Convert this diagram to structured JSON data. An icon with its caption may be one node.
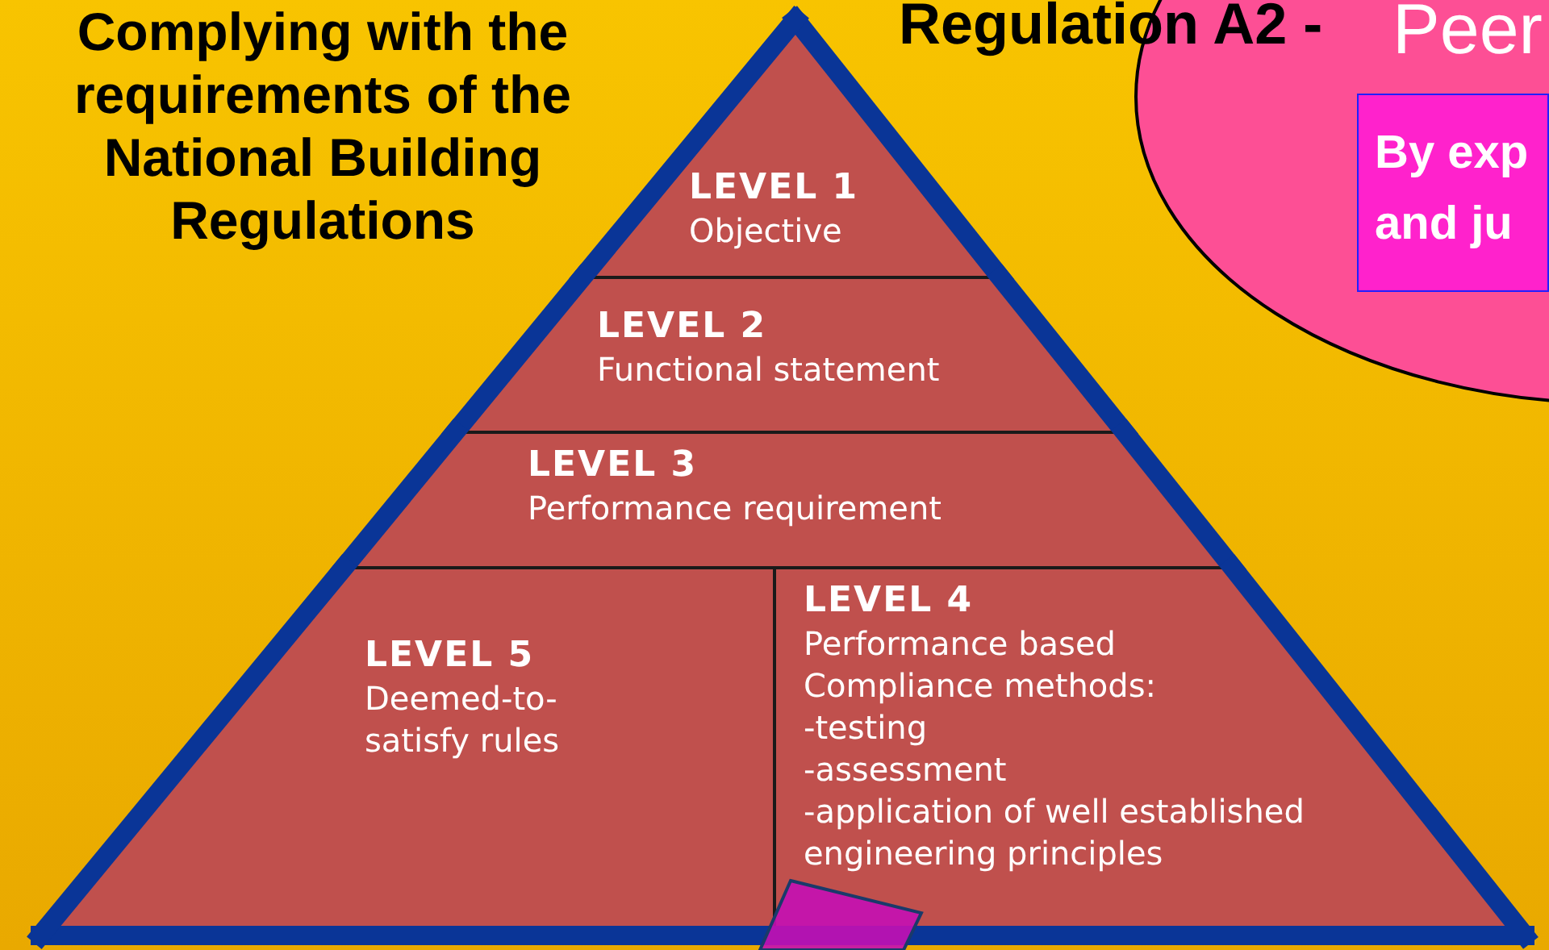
{
  "diagram": {
    "title": "Complying with the requirements of the National Building Regulations",
    "nodes": [
      {
        "text": [
          "LEVEL 1",
          "Objective"
        ]
      },
      {
        "text": [
          "LEVEL 2",
          "Functional statement"
        ]
      },
      {
        "text": [
          "LEVEL 3",
          "Performance requirement"
        ]
      },
      {
        "text": [
          "LEVEL 5",
          "Deemed-to-satisfy rules"
        ]
      },
      {
        "text": [
          "LEVEL 4",
          "Performance based Compliance methods:",
          "-testing",
          "-assessment",
          "-application of well established engineering principles"
        ]
      },
      {
        "text": [
          "Peer"
        ]
      },
      {
        "text": [
          "By exp and ju"
        ],
        "in": 5
      },
      {
        "text": [],
        "shape": "box"
      }
    ],
    "labels": [
      "Regulation A2 -"
    ]
  }
}
